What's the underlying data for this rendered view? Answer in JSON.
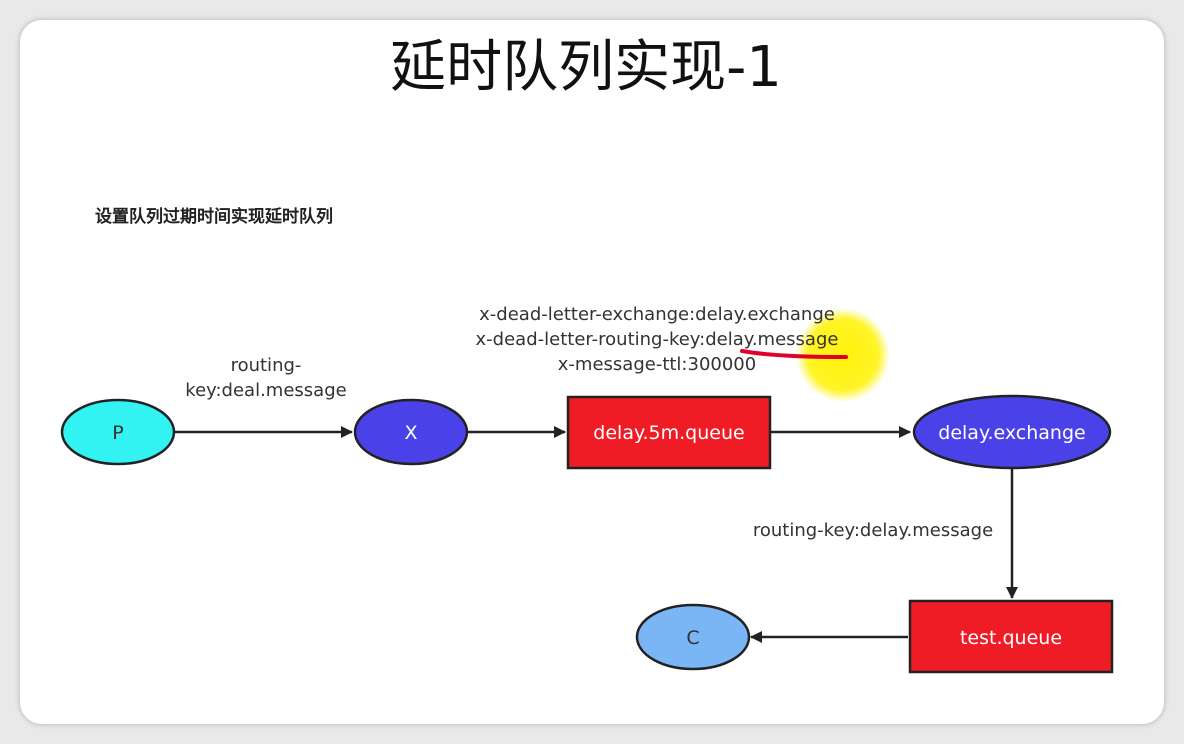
{
  "title": "延时队列实现-1",
  "subtitle": "设置队列过期时间实现延时队列",
  "nodes": {
    "producer": {
      "label": "P",
      "fill": "#33f2f2",
      "text_color": "#333333"
    },
    "exchange_x": {
      "label": "X",
      "fill": "#4a42e8",
      "text_color": "#ffffff"
    },
    "delay_queue": {
      "label": "delay.5m.queue",
      "fill": "#f01c25",
      "text_color": "#ffffff"
    },
    "delay_exchange": {
      "label": "delay.exchange",
      "fill": "#4a42e8",
      "text_color": "#ffffff"
    },
    "test_queue": {
      "label": "test.queue",
      "fill": "#f01c25",
      "text_color": "#ffffff"
    },
    "consumer": {
      "label": "C",
      "fill": "#7ab6f5",
      "text_color": "#333333"
    }
  },
  "edge_labels": {
    "p_to_x_line1": "routing-",
    "p_to_x_line2": "key:deal.message",
    "queue_args_line1": "x-dead-letter-exchange:delay.exchange",
    "queue_args_line2": "x-dead-letter-routing-key:delay.message",
    "queue_args_line3": "x-message-ttl:300000",
    "exchange_to_test": "routing-key:delay.message"
  },
  "annotation_colors": {
    "highlight_circle": "#fff200",
    "underline": "#e0002a"
  }
}
